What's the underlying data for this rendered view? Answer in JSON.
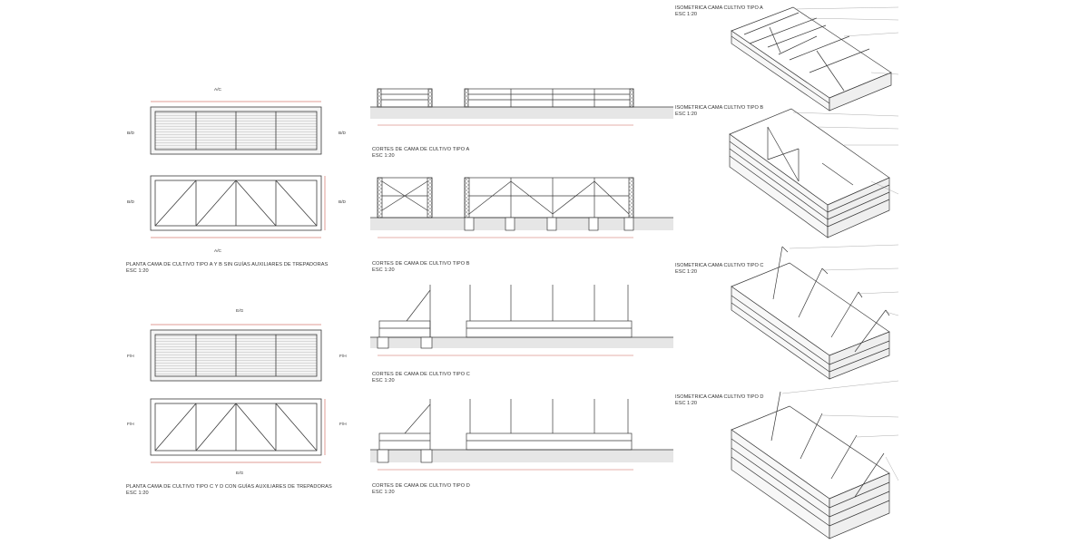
{
  "captions": {
    "plan_ab_1": "PLANTA CAMA DE CULTIVO TIPO A Y B SIN GUÍAS AUXILIARES DE TREPADORAS",
    "plan_ab_2": "ESC 1:20",
    "plan_cd_1": "PLANTA CAMA DE CULTIVO TIPO C Y D CON GUÍAS AUXILIARES DE TREPADORAS",
    "plan_cd_2": "ESC 1:20",
    "cut_a_1": "CORTES DE CAMA DE CULTIVO TIPO A",
    "cut_a_2": "ESC 1:20",
    "cut_b_1": "CORTES DE CAMA DE CULTIVO TIPO B",
    "cut_b_2": "ESC 1:20",
    "cut_c_1": "CORTES DE CAMA DE CULTIVO TIPO C",
    "cut_c_2": "ESC 1:20",
    "cut_d_1": "CORTES DE CAMA DE CULTIVO TIPO D",
    "cut_d_2": "ESC 1:20",
    "iso_a_1": "ISOMETRICA CAMA CULTIVO TIPO A",
    "iso_a_2": "ESC 1:20",
    "iso_b_1": "ISOMETRICA CAMA CULTIVO TIPO B",
    "iso_b_2": "ESC 1:20",
    "iso_c_1": "ISOMETRICA CAMA CULTIVO TIPO C",
    "iso_c_2": "ESC 1:20",
    "iso_d_1": "ISOMETRICA CAMA CULTIVO TIPO D",
    "iso_d_2": "ESC 1:20"
  },
  "section_tags": {
    "ac": "A/C",
    "bd": "B/D",
    "eg": "E/G",
    "fh": "F/H"
  },
  "colors": {
    "line": "#3a3a3a",
    "fill_light": "#e6e6e6",
    "ground": "#c8c8c8",
    "dimension": "#c0392b"
  }
}
